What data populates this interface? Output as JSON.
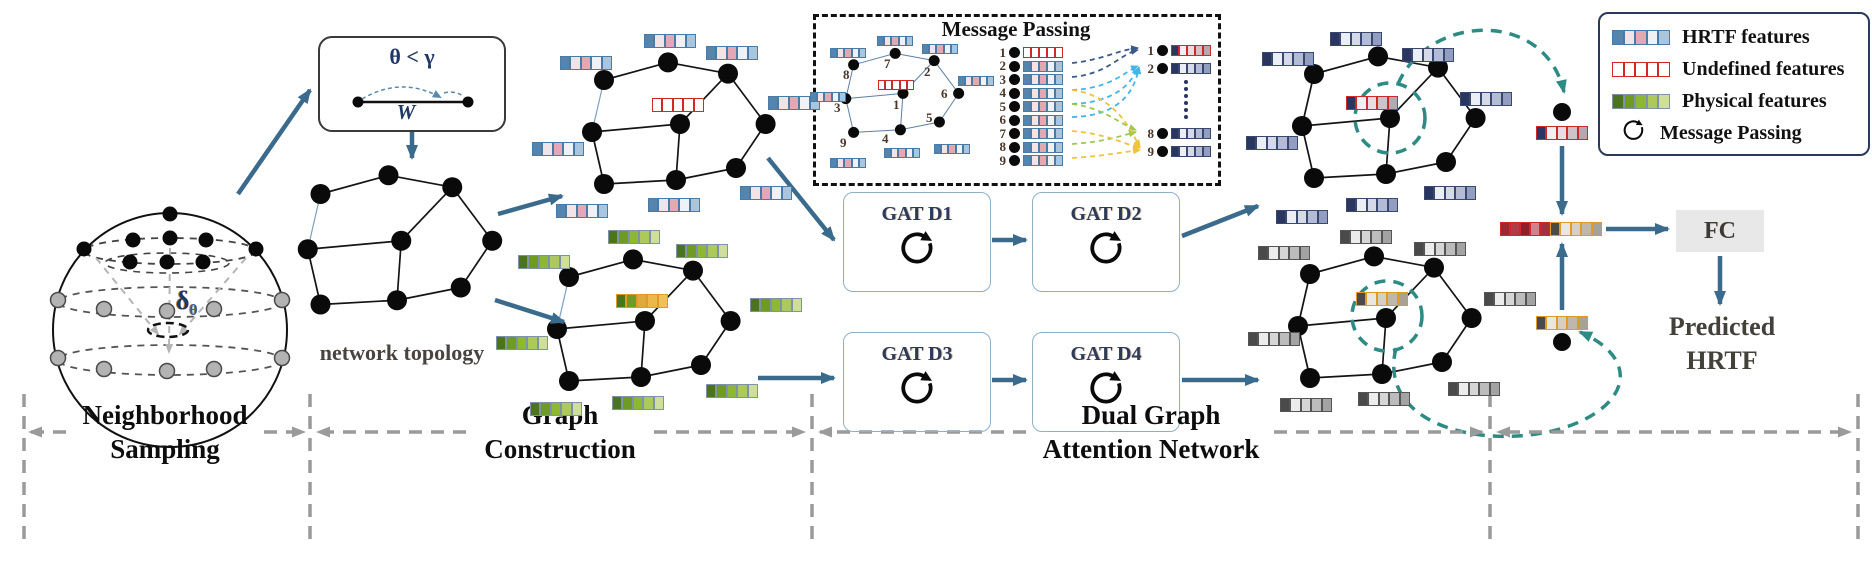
{
  "sphere": {
    "delta_label": "δ",
    "delta_sub": "θ"
  },
  "angle_box": {
    "formula": "θ < γ",
    "weight": "W"
  },
  "topology_label": "network topology",
  "message_box": {
    "title": "Message Passing",
    "mini_labels": [
      "1",
      "2",
      "3",
      "4",
      "5",
      "6",
      "7",
      "8",
      "9"
    ],
    "left_rows": [
      "1",
      "2",
      "3",
      "4",
      "5",
      "6",
      "7",
      "8",
      "9"
    ],
    "output_rows": [
      "1",
      "2",
      "8",
      "9"
    ]
  },
  "gat": {
    "d1": "GAT D1",
    "d2": "GAT D2",
    "d3": "GAT D3",
    "d4": "GAT D4"
  },
  "fc_label": "FC",
  "predicted": {
    "line1": "Predicted",
    "line2": "HRTF"
  },
  "stages": {
    "s1": {
      "line1": "Neighborhood",
      "line2": "Sampling"
    },
    "s2": {
      "line1": "Graph",
      "line2": "Construction"
    },
    "s3": {
      "line1": "Dual Graph",
      "line2": "Attention Network"
    }
  },
  "legend": {
    "items": [
      {
        "label": "HRTF  features",
        "swatch": "hrtf"
      },
      {
        "label": "Undefined features",
        "swatch": "undefined"
      },
      {
        "label": "Physical features",
        "swatch": "physical"
      },
      {
        "label": "Message Passing",
        "swatch": "cycle-icon"
      }
    ]
  },
  "palettes": {
    "hrtf": {
      "border": "#4a7ba6",
      "cells": [
        "#5585ad",
        "#f2e4e6",
        "#e3a8b4",
        "#eef2f7",
        "#a9c6de"
      ]
    },
    "undefined": {
      "border": "#cc2a2a",
      "cells": [
        "#ffffff",
        "#ffffff",
        "#ffffff",
        "#ffffff",
        "#ffffff"
      ]
    },
    "physical": {
      "border": "#7d94a8",
      "cells": [
        "#4c741c",
        "#6f9a23",
        "#8fb832",
        "#adc95c",
        "#cfdf9a"
      ]
    },
    "dark": {
      "border": "#39486e",
      "cells": [
        "#2a3560",
        "#eceef5",
        "#d5d9e8",
        "#b4bbd4",
        "#939dbf"
      ]
    },
    "gray": {
      "border": "#555555",
      "cells": [
        "#4a4a4a",
        "#ececec",
        "#d6d6d6",
        "#bcbcbc",
        "#a3a3a3"
      ]
    },
    "outred": {
      "border": "#cc2a2a",
      "cells": [
        "#2a3560",
        "#f3eef0",
        "#e9dde2",
        "#cfc2c9",
        "#b5a8b0"
      ]
    },
    "greenorange": {
      "border": "#e09a28",
      "cells": [
        "#4c741c",
        "#6f9a23",
        "#e0a93f",
        "#edb84a",
        "#f0c05a"
      ]
    },
    "orangegray": {
      "border": "#e09a28",
      "cells": [
        "#4a4a4a",
        "#eae6e0",
        "#d5cfc5",
        "#beb8ac",
        "#a8a296"
      ]
    },
    "concatred": {
      "border": "#cc2a2a",
      "cells": [
        "#9c2733",
        "#b03a46",
        "#8e1f2a",
        "#c9848d",
        "#a52f3b"
      ]
    }
  },
  "colors": {
    "arrow_steel": "#3a6a8c",
    "teal_dashed": "#2e8b84",
    "arc_light": "#5b87a8",
    "navy_text": "#1f3864",
    "label_brown": "#4a4440",
    "legend_border": "#2b3a5c",
    "gat_border": "#8fb0c9",
    "curve_navy": "#3a5a8c",
    "curve_blue": "#45b5e8",
    "curve_green": "#9dc94e",
    "curve_yellow": "#eec43a",
    "stage_gray": "#9a9a9a"
  }
}
